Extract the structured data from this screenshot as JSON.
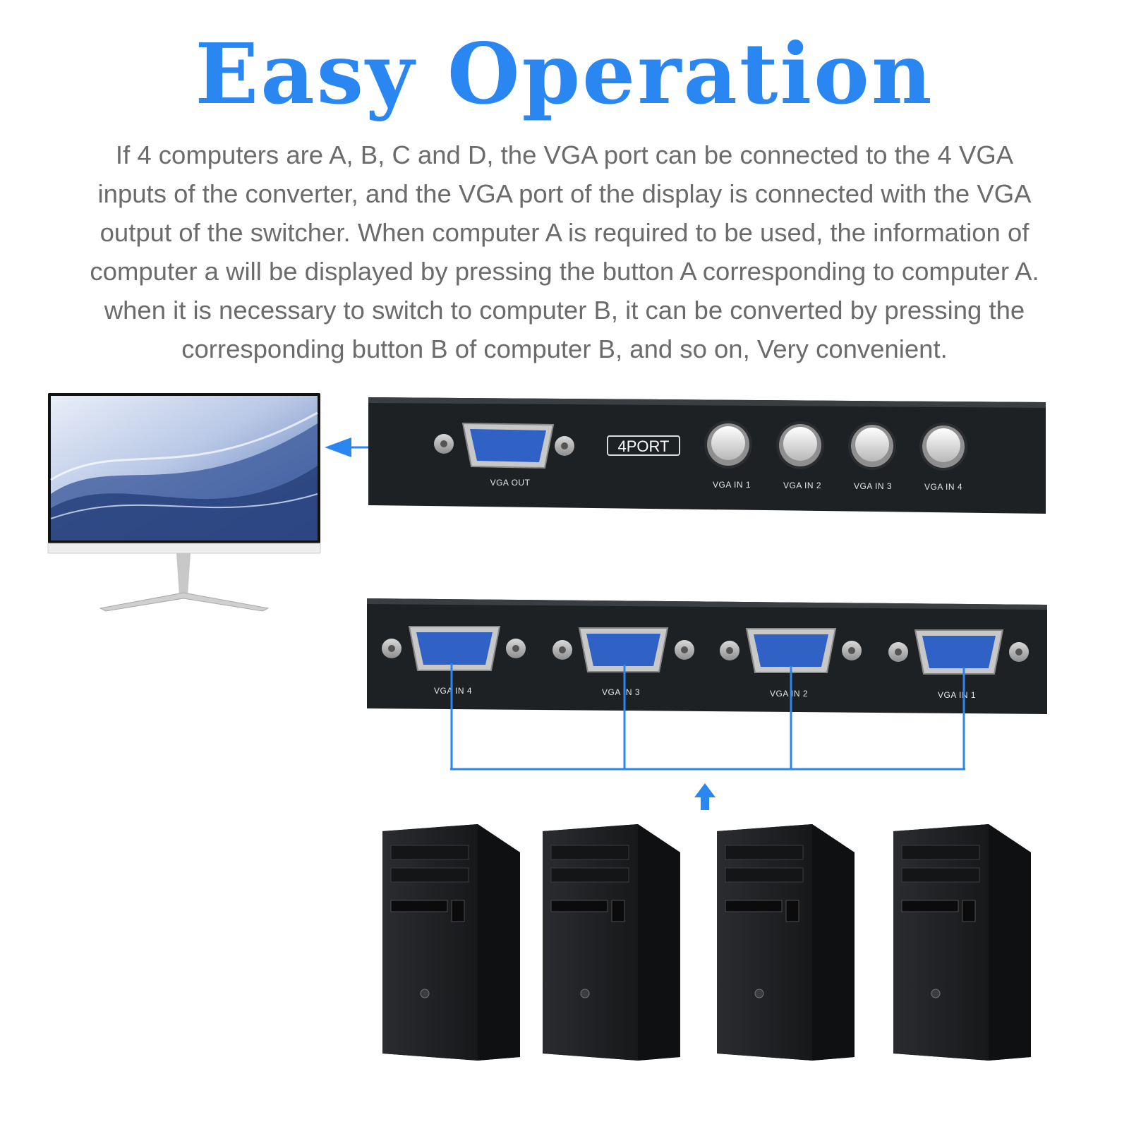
{
  "title": "Easy Operation",
  "description_lines": [
    "If 4 computers are A, B, C and D, the VGA port can be connected to the 4 VGA",
    "inputs of the converter, and the VGA port of the display is connected with the VGA",
    "output of the switcher. When computer A is required to be used, the information of",
    "computer a will be displayed by pressing the button A corresponding to computer A.",
    "when it is necessary to switch to computer B, it can be converted by pressing the",
    "corresponding button B of computer B, and so on, Very convenient."
  ],
  "switch_front": {
    "vga_out_label": "VGA OUT",
    "badge": "4PORT",
    "buttons": [
      "VGA IN 1",
      "VGA IN 2",
      "VGA IN 3",
      "VGA IN 4"
    ]
  },
  "switch_back": {
    "ports": [
      "VGA IN 4",
      "VGA IN 3",
      "VGA IN 2",
      "VGA IN 1"
    ]
  },
  "colors": {
    "accent": "#2a86f0",
    "text": "#6b6b6b",
    "device": "#1e2124",
    "vga_port": "#2f62c4"
  },
  "icons": [
    "monitor-icon",
    "arrow-left-icon",
    "arrow-up-icon",
    "computer-tower-icon"
  ]
}
